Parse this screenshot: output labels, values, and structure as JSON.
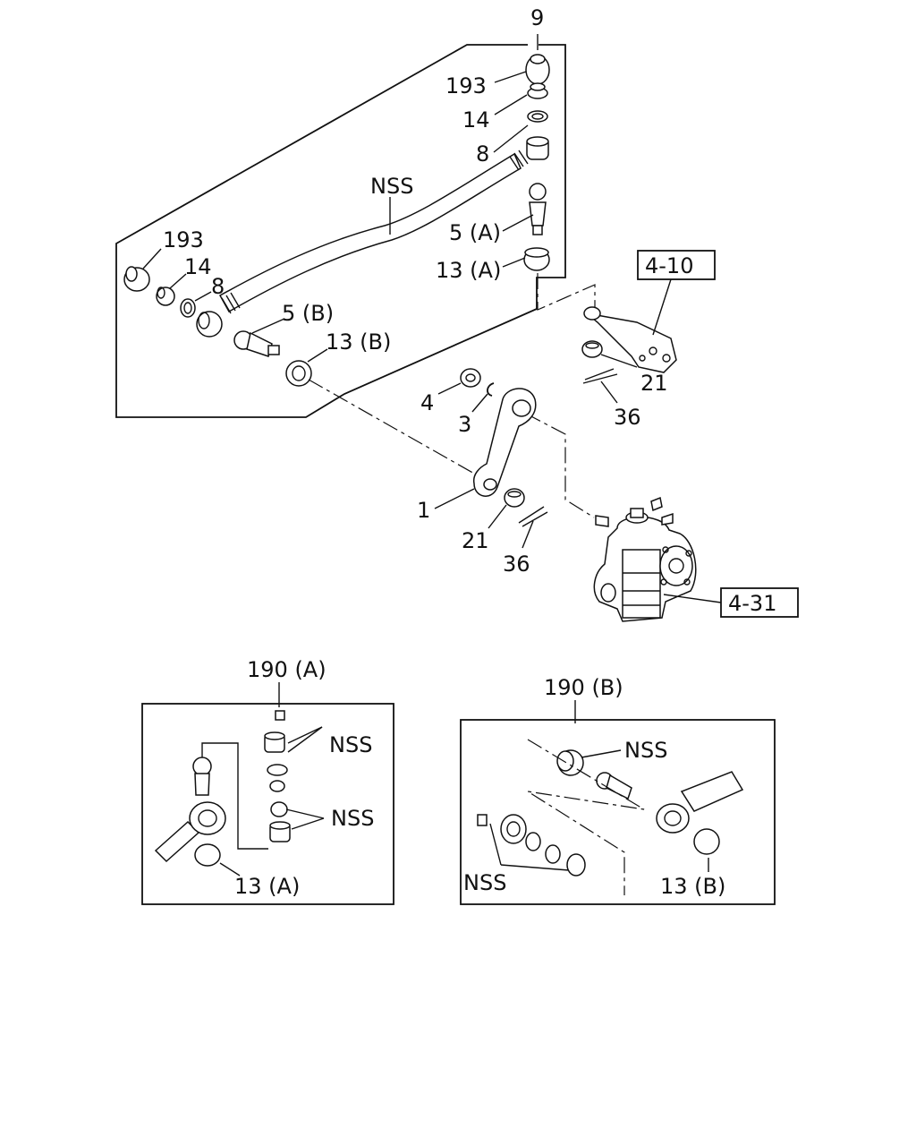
{
  "labels": {
    "l9": "9",
    "l193a": "193",
    "l14a": "14",
    "l8a": "8",
    "nss_rod": "NSS",
    "l5a": "5 (A)",
    "l13a": "13 (A)",
    "l193b": "193",
    "l14b": "14",
    "l8b": "8",
    "l5b": "5 (B)",
    "l13b": "13 (B)",
    "ref410": "4-10",
    "l21a": "21",
    "l36a": "36",
    "l4": "4",
    "l3": "3",
    "l1": "1",
    "l21b": "21",
    "l36b": "36",
    "ref431": "4-31",
    "l190a": "190 (A)",
    "nss_a1": "NSS",
    "nss_a2": "NSS",
    "l13a_box": "13 (A)",
    "l190b": "190 (B)",
    "nss_b1": "NSS",
    "nss_b2": "NSS",
    "l13b_box": "13 (B)"
  }
}
